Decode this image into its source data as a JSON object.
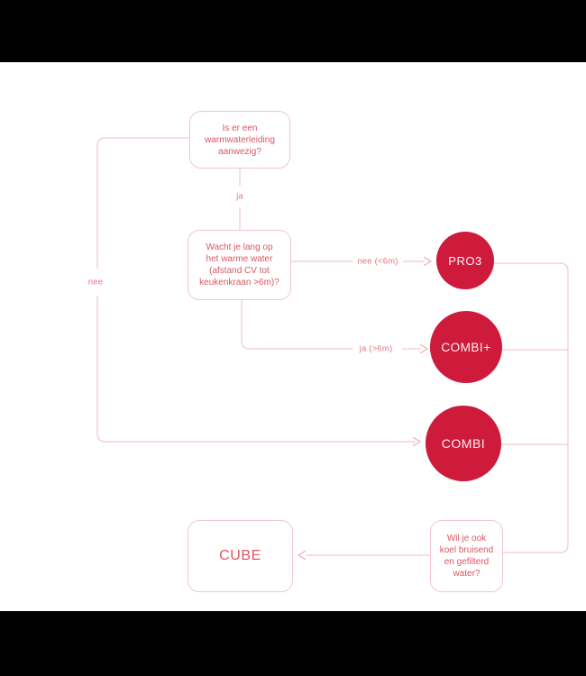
{
  "colors": {
    "letterbox": "#000000",
    "background": "#ffffff",
    "line": "#f4c6ce",
    "arrow": "#eaa9b4",
    "box_border": "#f4c6ce",
    "box_text": "#dc5664",
    "edge_label_text": "#e2737e",
    "circle_fill": "#ce1a3b",
    "circle_text": "#fdf0f2"
  },
  "flowchart": {
    "questions": {
      "q1": {
        "lines": [
          "Is er een",
          "warmwaterleiding",
          "aanwezig?"
        ]
      },
      "q2": {
        "lines": [
          "Wacht je lang op",
          "het warme water",
          "(afstand CV tot",
          "keukenkraan >6m)?"
        ]
      },
      "q3": {
        "lines": [
          "Wil je ook",
          "koel bruisend",
          "en gefilterd",
          "water?"
        ]
      }
    },
    "products": {
      "pro3": "PRO3",
      "combi_plus": "COMBI+",
      "combi": "COMBI",
      "cube": "CUBE"
    },
    "edge_labels": {
      "ja": "ja",
      "nee": "nee",
      "nee_lt6m": "nee (<6m)",
      "ja_gt6m": "ja (>6m)"
    }
  }
}
